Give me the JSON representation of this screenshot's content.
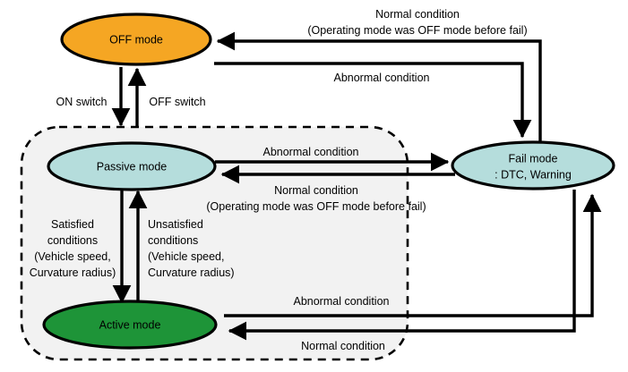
{
  "diagram": {
    "title": "Driving mode state transition diagram",
    "background_color": "#ffffff",
    "group_fill_color": "#f2f2f2",
    "nodes": [
      {
        "id": "off_mode",
        "label": "OFF mode",
        "color": "#f5a623",
        "shape": "ellipse"
      },
      {
        "id": "passive_mode",
        "label": "Passive mode",
        "color": "#b5dddc",
        "shape": "ellipse"
      },
      {
        "id": "active_mode",
        "label": "Active mode",
        "color": "#1e9438",
        "shape": "ellipse"
      },
      {
        "id": "fail_mode",
        "label_line1": "Fail mode",
        "label_line2": ": DTC, Warning",
        "color": "#b5dddc",
        "shape": "ellipse"
      }
    ],
    "edge_labels": {
      "normal_condition_top_line1": "Normal condition",
      "normal_condition_top_line2": "(Operating mode was OFF mode before fail)",
      "abnormal_condition_top": "Abnormal condition",
      "on_switch": "ON switch",
      "off_switch": "OFF switch",
      "abnormal_condition_middle": "Abnormal condition",
      "normal_condition_middle_line1": "Normal condition",
      "normal_condition_middle_line2": "(Operating mode was OFF mode before fail)",
      "satisfied_line1": "Satisfied",
      "satisfied_line2": "conditions",
      "satisfied_line3": "(Vehicle speed,",
      "satisfied_line4": "Curvature radius)",
      "unsatisfied_line1": "Unsatisfied",
      "unsatisfied_line2": "conditions",
      "unsatisfied_line3": "(Vehicle speed,",
      "unsatisfied_line4": "Curvature radius)",
      "abnormal_condition_bottom": "Abnormal condition",
      "normal_condition_bottom": "Normal condition"
    }
  }
}
